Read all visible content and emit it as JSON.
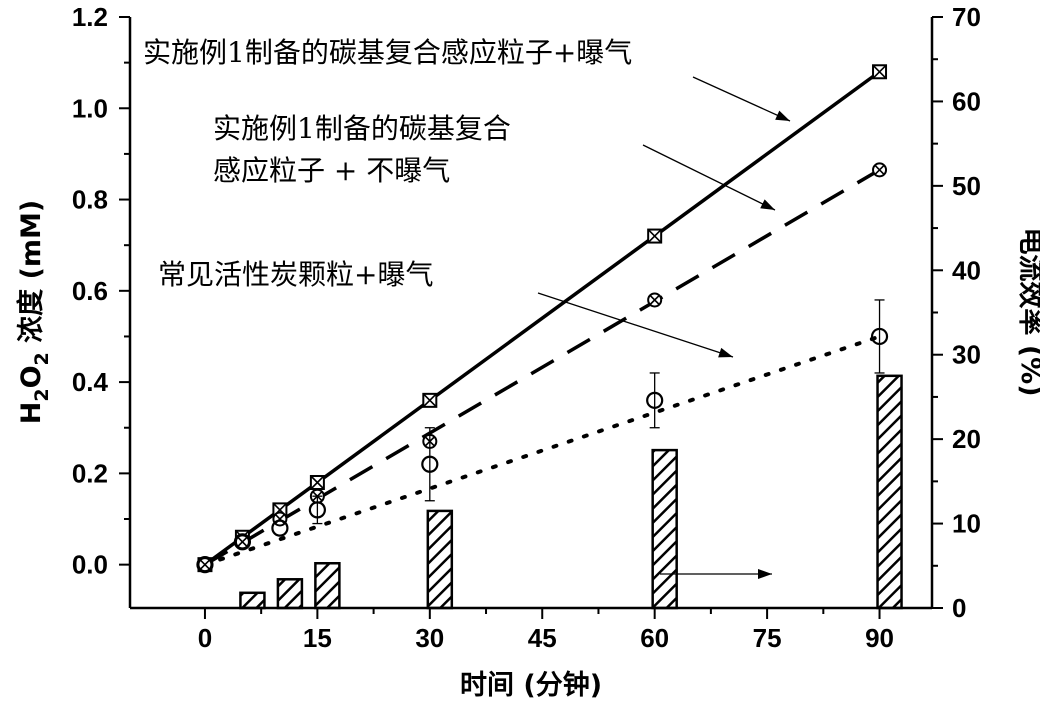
{
  "chart_data": {
    "type": "line+bar",
    "xlabel": "时间 (分钟)",
    "ylabel_left_parts": [
      "H",
      "2",
      "O",
      "2",
      " 浓度 (mM)"
    ],
    "ylabel_right": "电流效率 (%)",
    "xlim": [
      -10,
      97
    ],
    "ylim_left": [
      -0.095,
      1.2
    ],
    "ylim_right": [
      0,
      70
    ],
    "xticks": [
      0,
      15,
      30,
      45,
      60,
      75,
      90
    ],
    "yticks_left": [
      0.0,
      0.2,
      0.4,
      0.6,
      0.8,
      1.0,
      1.2
    ],
    "ytick_labels_left": [
      "0.0",
      "0.2",
      "0.4",
      "0.6",
      "0.8",
      "1.0",
      "1.2"
    ],
    "yticks_right": [
      0,
      10,
      20,
      30,
      40,
      50,
      60,
      70
    ],
    "grid": false,
    "legend": "none",
    "series": [
      {
        "name": "实施例1制备的碳基复合感应粒子+曝气",
        "axis": "left",
        "style": "solid",
        "marker": "boxed-x",
        "x": [
          0,
          5,
          10,
          15,
          30,
          60,
          90
        ],
        "y": [
          0.0,
          0.06,
          0.12,
          0.18,
          0.36,
          0.72,
          1.08
        ],
        "fit": [
          [
            0,
            0.0
          ],
          [
            90,
            1.08
          ]
        ]
      },
      {
        "name": "实施例1制备的碳基复合感应粒子 + 不曝气",
        "axis": "left",
        "style": "dashed",
        "marker": "circled-x",
        "x": [
          0,
          5,
          10,
          15,
          30,
          60,
          90
        ],
        "y": [
          0.0,
          0.05,
          0.1,
          0.15,
          0.27,
          0.58,
          0.865
        ],
        "fit": [
          [
            0,
            0.0
          ],
          [
            90,
            0.865
          ]
        ]
      },
      {
        "name": "常见活性炭颗粒+曝气",
        "axis": "left",
        "style": "dotted",
        "marker": "circle",
        "x": [
          0,
          5,
          10,
          15,
          30,
          60,
          90
        ],
        "y": [
          0.0,
          0.05,
          0.08,
          0.12,
          0.22,
          0.36,
          0.5
        ],
        "err": [
          0,
          0.01,
          0.01,
          0.03,
          0.08,
          0.06,
          0.08
        ],
        "fit": [
          [
            0,
            0.0
          ],
          [
            90,
            0.5
          ]
        ]
      },
      {
        "name": "电流效率",
        "axis": "right",
        "type": "bar",
        "x": [
          5,
          10,
          15,
          30,
          60,
          90
        ],
        "values": [
          1.8,
          3.4,
          5.3,
          11.5,
          18.7,
          27.5
        ]
      }
    ],
    "annotations": [
      {
        "lines": [
          "实施例1制备的碳基复合感应粒子+曝气"
        ]
      },
      {
        "lines": [
          "实施例1制备的碳基复合",
          "感应粒子  +  不曝气"
        ]
      },
      {
        "lines": [
          "常见活性炭颗粒+曝气"
        ]
      }
    ]
  }
}
